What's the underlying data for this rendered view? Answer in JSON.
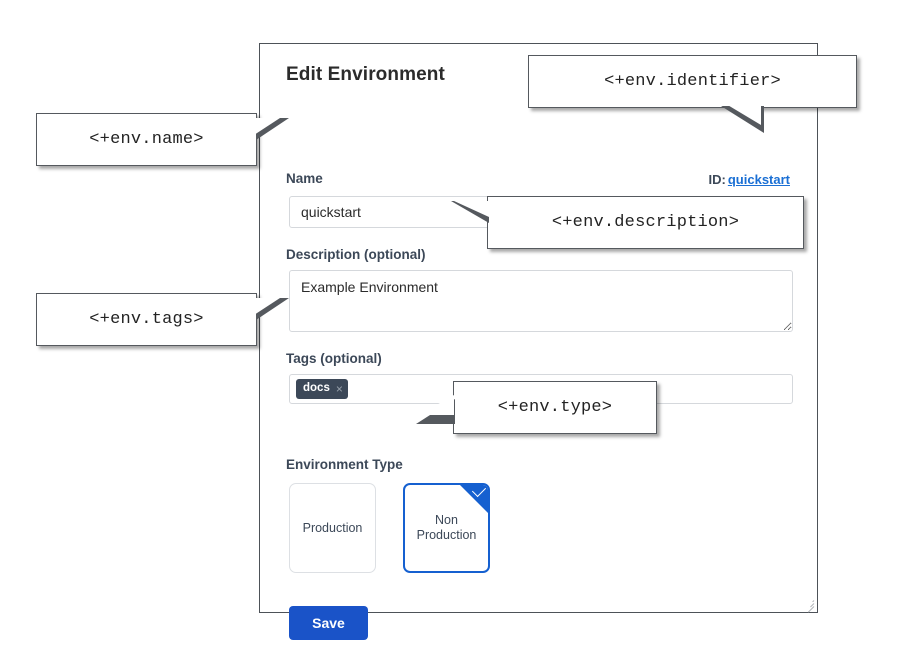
{
  "dialog": {
    "title": "Edit Environment",
    "identifier_prefix": "ID:",
    "identifier_value": "quickstart",
    "fields": {
      "name": {
        "label": "Name",
        "value": "quickstart",
        "placeholder": ""
      },
      "description": {
        "label": "Description (optional)",
        "value": "Example Environment",
        "placeholder": ""
      },
      "tags": {
        "label": "Tags (optional)",
        "placeholder": "",
        "chips": [
          {
            "text": "docs",
            "remove_glyph": "×"
          }
        ]
      },
      "environment_type": {
        "label": "Environment Type",
        "options": [
          {
            "label": "Production",
            "selected": false
          },
          {
            "label": "Non\nProduction",
            "selected": true
          }
        ],
        "selected_index": 1
      }
    },
    "save_label": "Save"
  },
  "callouts": [
    {
      "id": "name",
      "text": "<+env.name>"
    },
    {
      "id": "identifier",
      "text": "<+env.identifier>"
    },
    {
      "id": "description",
      "text": "<+env.description>"
    },
    {
      "id": "tags",
      "text": "<+env.tags>"
    },
    {
      "id": "type",
      "text": "<+env.type>"
    }
  ],
  "colors": {
    "accent_blue": "#1a53c8",
    "link_blue": "#1a6fd4",
    "selected_border": "#1560d0",
    "label_slate": "#3c4858",
    "chip_bg": "#3c4858",
    "callout_border": "#55595e",
    "panel_border": "#4d5258"
  }
}
